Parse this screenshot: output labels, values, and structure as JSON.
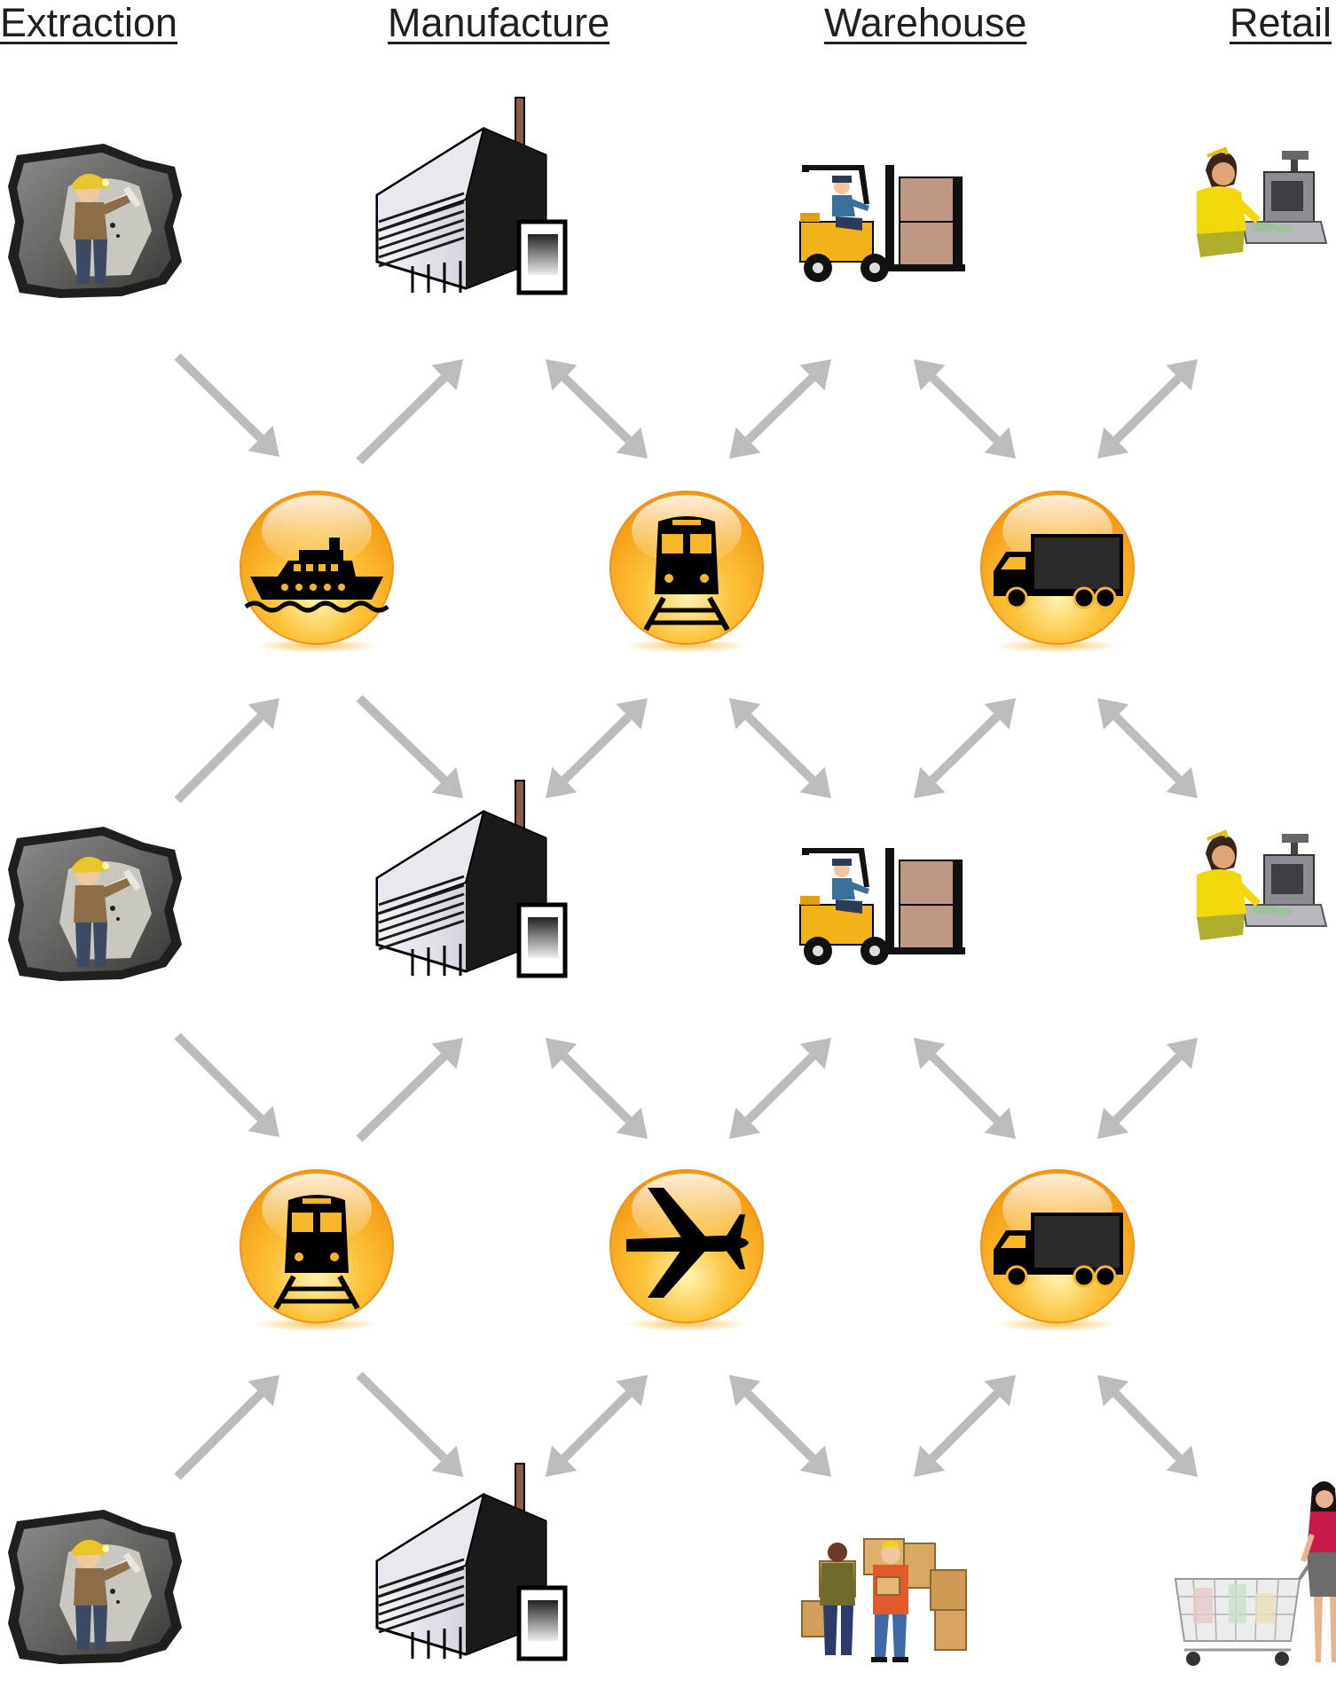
{
  "headers": {
    "extraction": "Extraction",
    "manufacture": "Manufacture",
    "warehouse": "Warehouse",
    "retail": "Retail"
  },
  "rows": [
    [
      "mine-icon",
      "factory-icon",
      "forklift-icon",
      "cashier-icon"
    ],
    [
      "mine-icon",
      "factory-icon",
      "forklift-icon",
      "cashier-icon"
    ],
    [
      "mine-icon",
      "factory-icon",
      "workers-boxes-icon",
      "shopper-cart-icon"
    ]
  ],
  "transport_rows": [
    [
      "ship-icon",
      "train-icon",
      "truck-icon"
    ],
    [
      "train-icon",
      "airplane-icon",
      "truck-icon"
    ]
  ],
  "colors": {
    "arrow": "#bcbcbe",
    "orb_light": "#fff3b0",
    "orb_mid": "#fdc33a",
    "orb_dark": "#f49a12",
    "header_text": "#231f20"
  }
}
